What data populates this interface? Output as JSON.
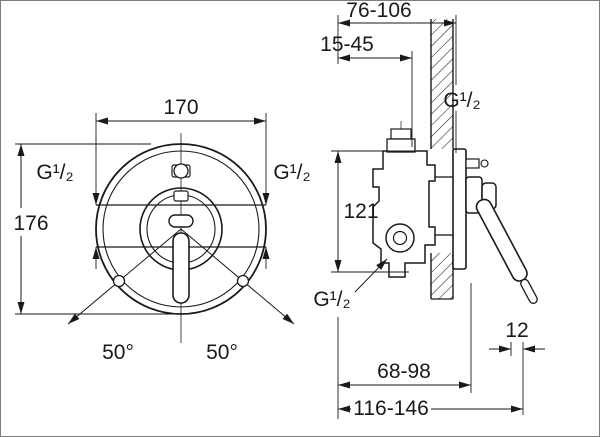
{
  "colors": {
    "line_color": "#1a1a1a",
    "background_color": "#ffffff"
  },
  "front_view": {
    "width_label": "170",
    "height_label": "176",
    "thread_left_label": "G¹/₂",
    "thread_right_label": "G¹/₂",
    "angle_left_label": "50°",
    "angle_right_label": "50°"
  },
  "side_view": {
    "install_depth_range_label": "76-106",
    "min_depth_range_label": "15-45",
    "thread_top_label": "G¹/₂",
    "port_distance_label": "121",
    "thread_bottom_label": "G¹/₂",
    "trim_offset_label": "12",
    "rough_depth_range_label": "68-98",
    "total_depth_range_label": "116-146"
  }
}
